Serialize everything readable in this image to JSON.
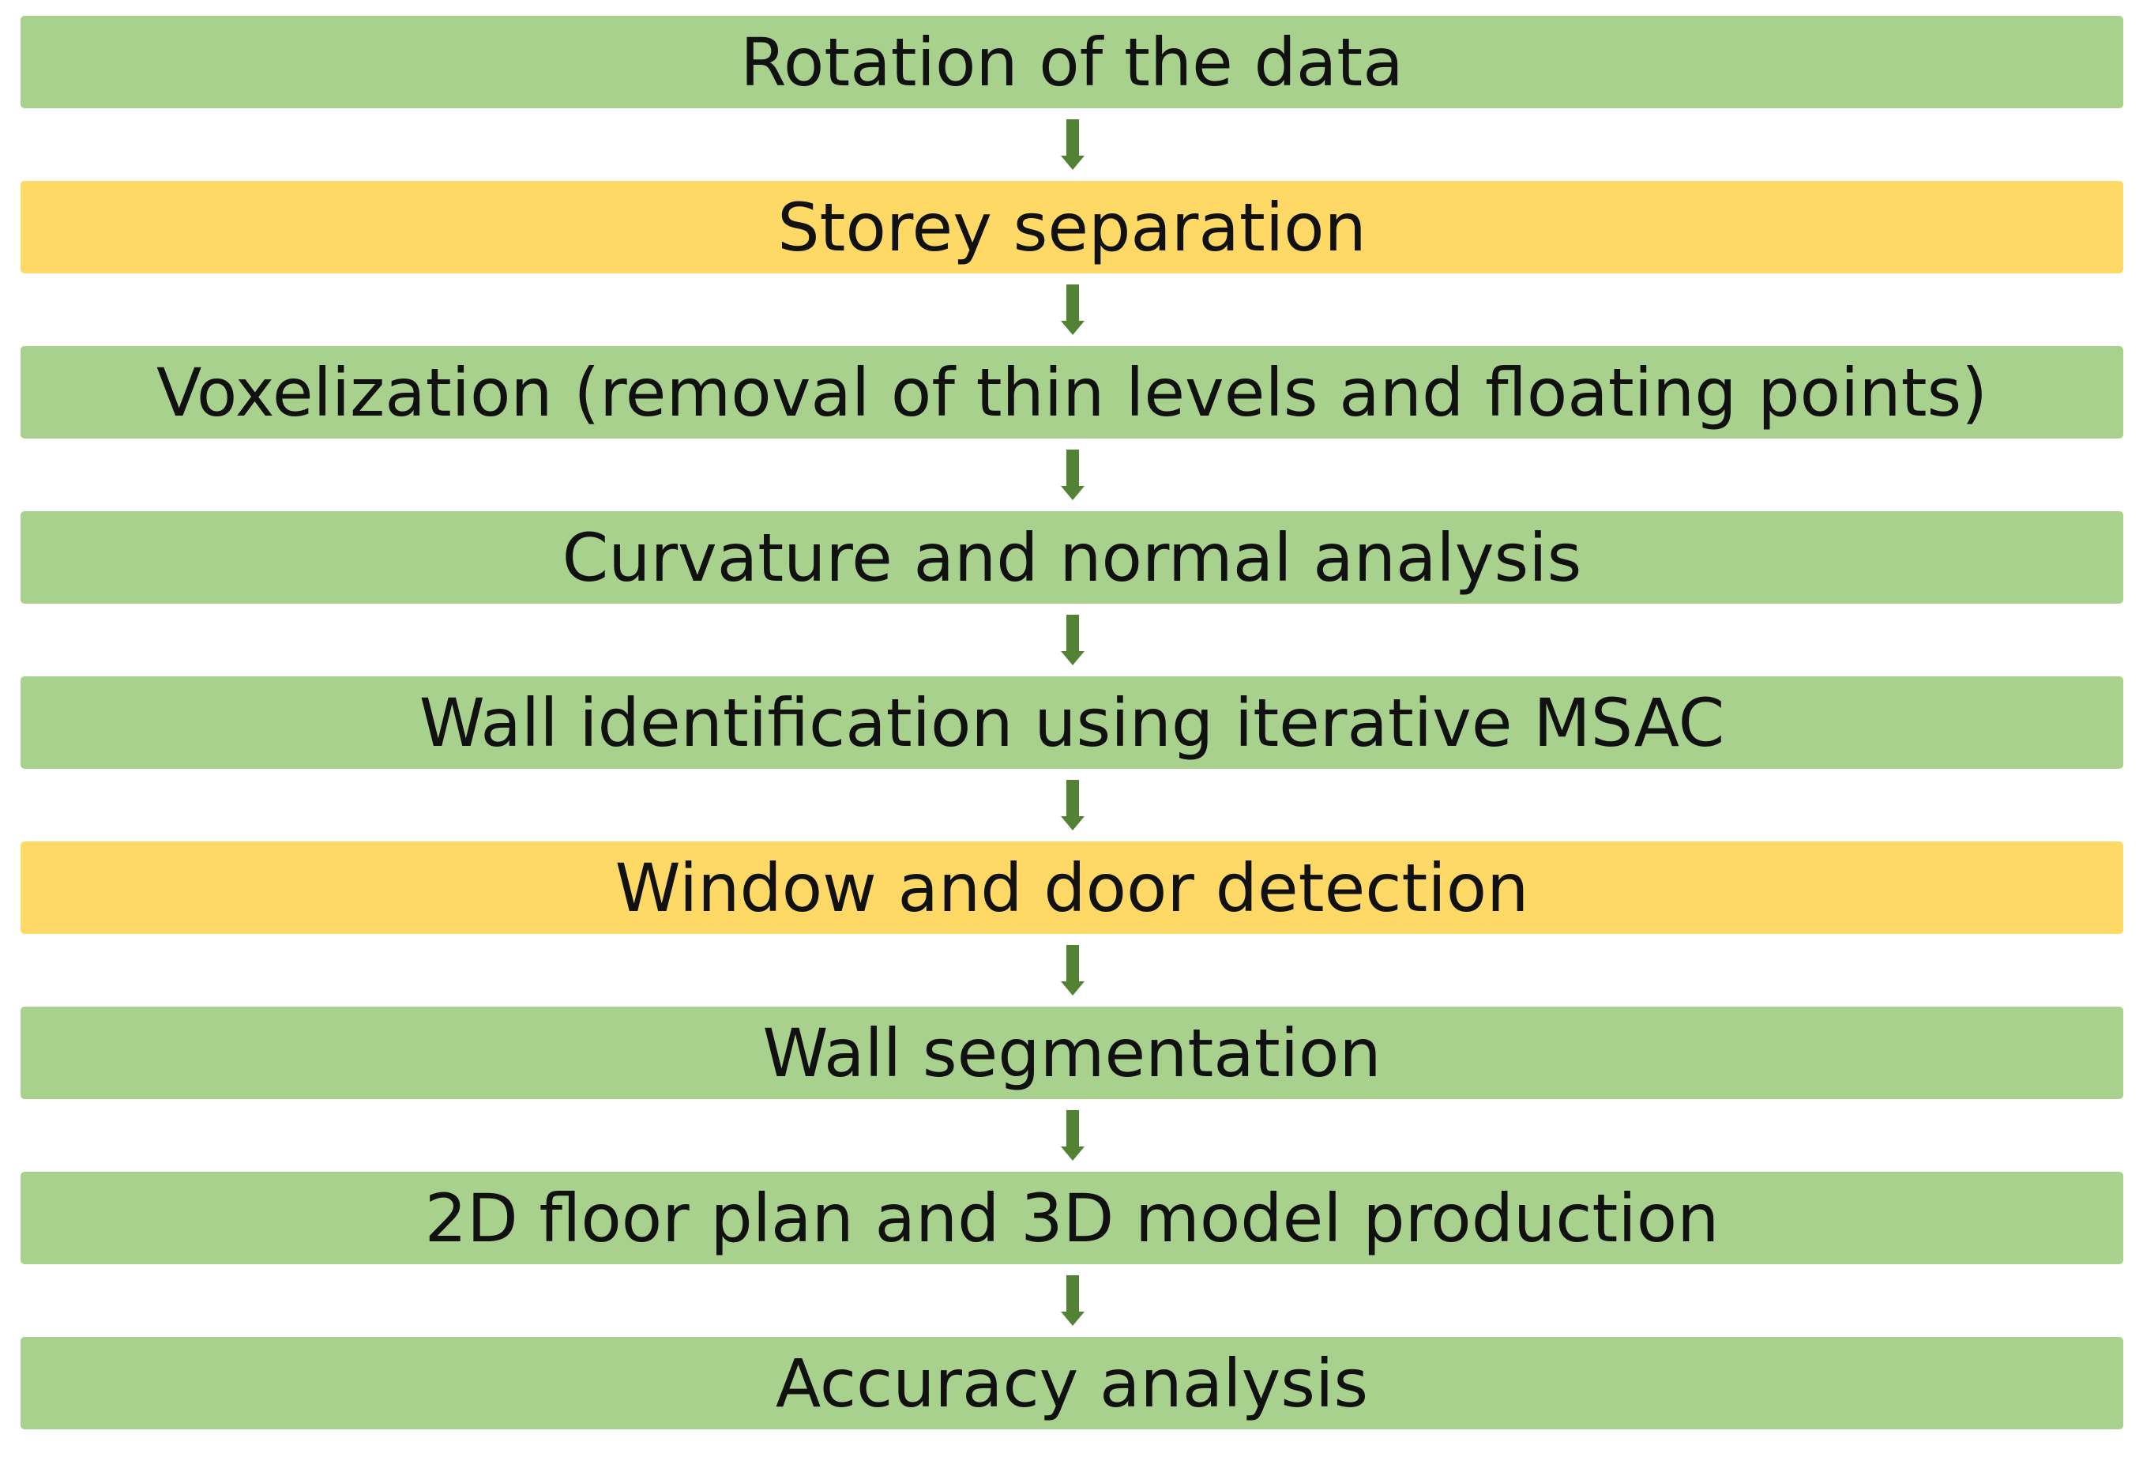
{
  "colors": {
    "green_box": "#a9d18e",
    "yellow_box": "#ffd966",
    "arrow": "#548235",
    "text": "#111111"
  },
  "steps": [
    {
      "label": "Rotation of the data",
      "color": "green"
    },
    {
      "label": "Storey separation",
      "color": "yellow"
    },
    {
      "label": "Voxelization (removal of thin levels and floating points)",
      "color": "green"
    },
    {
      "label": "Curvature and normal analysis",
      "color": "green"
    },
    {
      "label": "Wall identification using iterative MSAC",
      "color": "green"
    },
    {
      "label": "Window and door detection",
      "color": "yellow"
    },
    {
      "label": "Wall segmentation",
      "color": "green"
    },
    {
      "label": "2D floor plan and 3D model production",
      "color": "green"
    },
    {
      "label": "Accuracy analysis",
      "color": "green"
    }
  ]
}
